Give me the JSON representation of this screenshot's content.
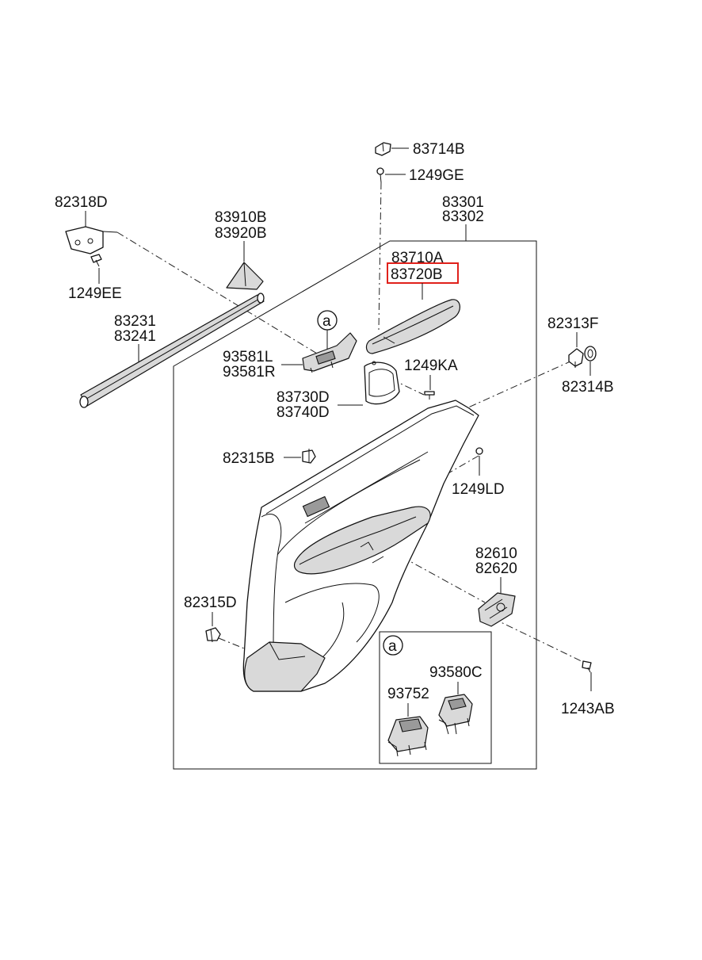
{
  "diagram": {
    "labels": {
      "p83714B": "83714B",
      "p1249GE": "1249GE",
      "p83301": "83301",
      "p83302": "83302",
      "p82318D": "82318D",
      "p1249EE": "1249EE",
      "p83910B": "83910B",
      "p83920B": "83920B",
      "p83710A": "83710A",
      "p83720B": "83720B",
      "p83231": "83231",
      "p83241": "83241",
      "p82313F": "82313F",
      "p82314B": "82314B",
      "p93581L": "93581L",
      "p93581R": "93581R",
      "p1249KA": "1249KA",
      "p83730D": "83730D",
      "p83740D": "83740D",
      "p82315B": "82315B",
      "p1249LD": "1249LD",
      "p82610": "82610",
      "p82620": "82620",
      "p82315D": "82315D",
      "p93580C": "93580C",
      "p93752": "93752",
      "p1243AB": "1243AB",
      "callout_a": "a",
      "detail_a": "a"
    },
    "highlighted_part": "83720B",
    "highlight_color": "#e0211b"
  }
}
